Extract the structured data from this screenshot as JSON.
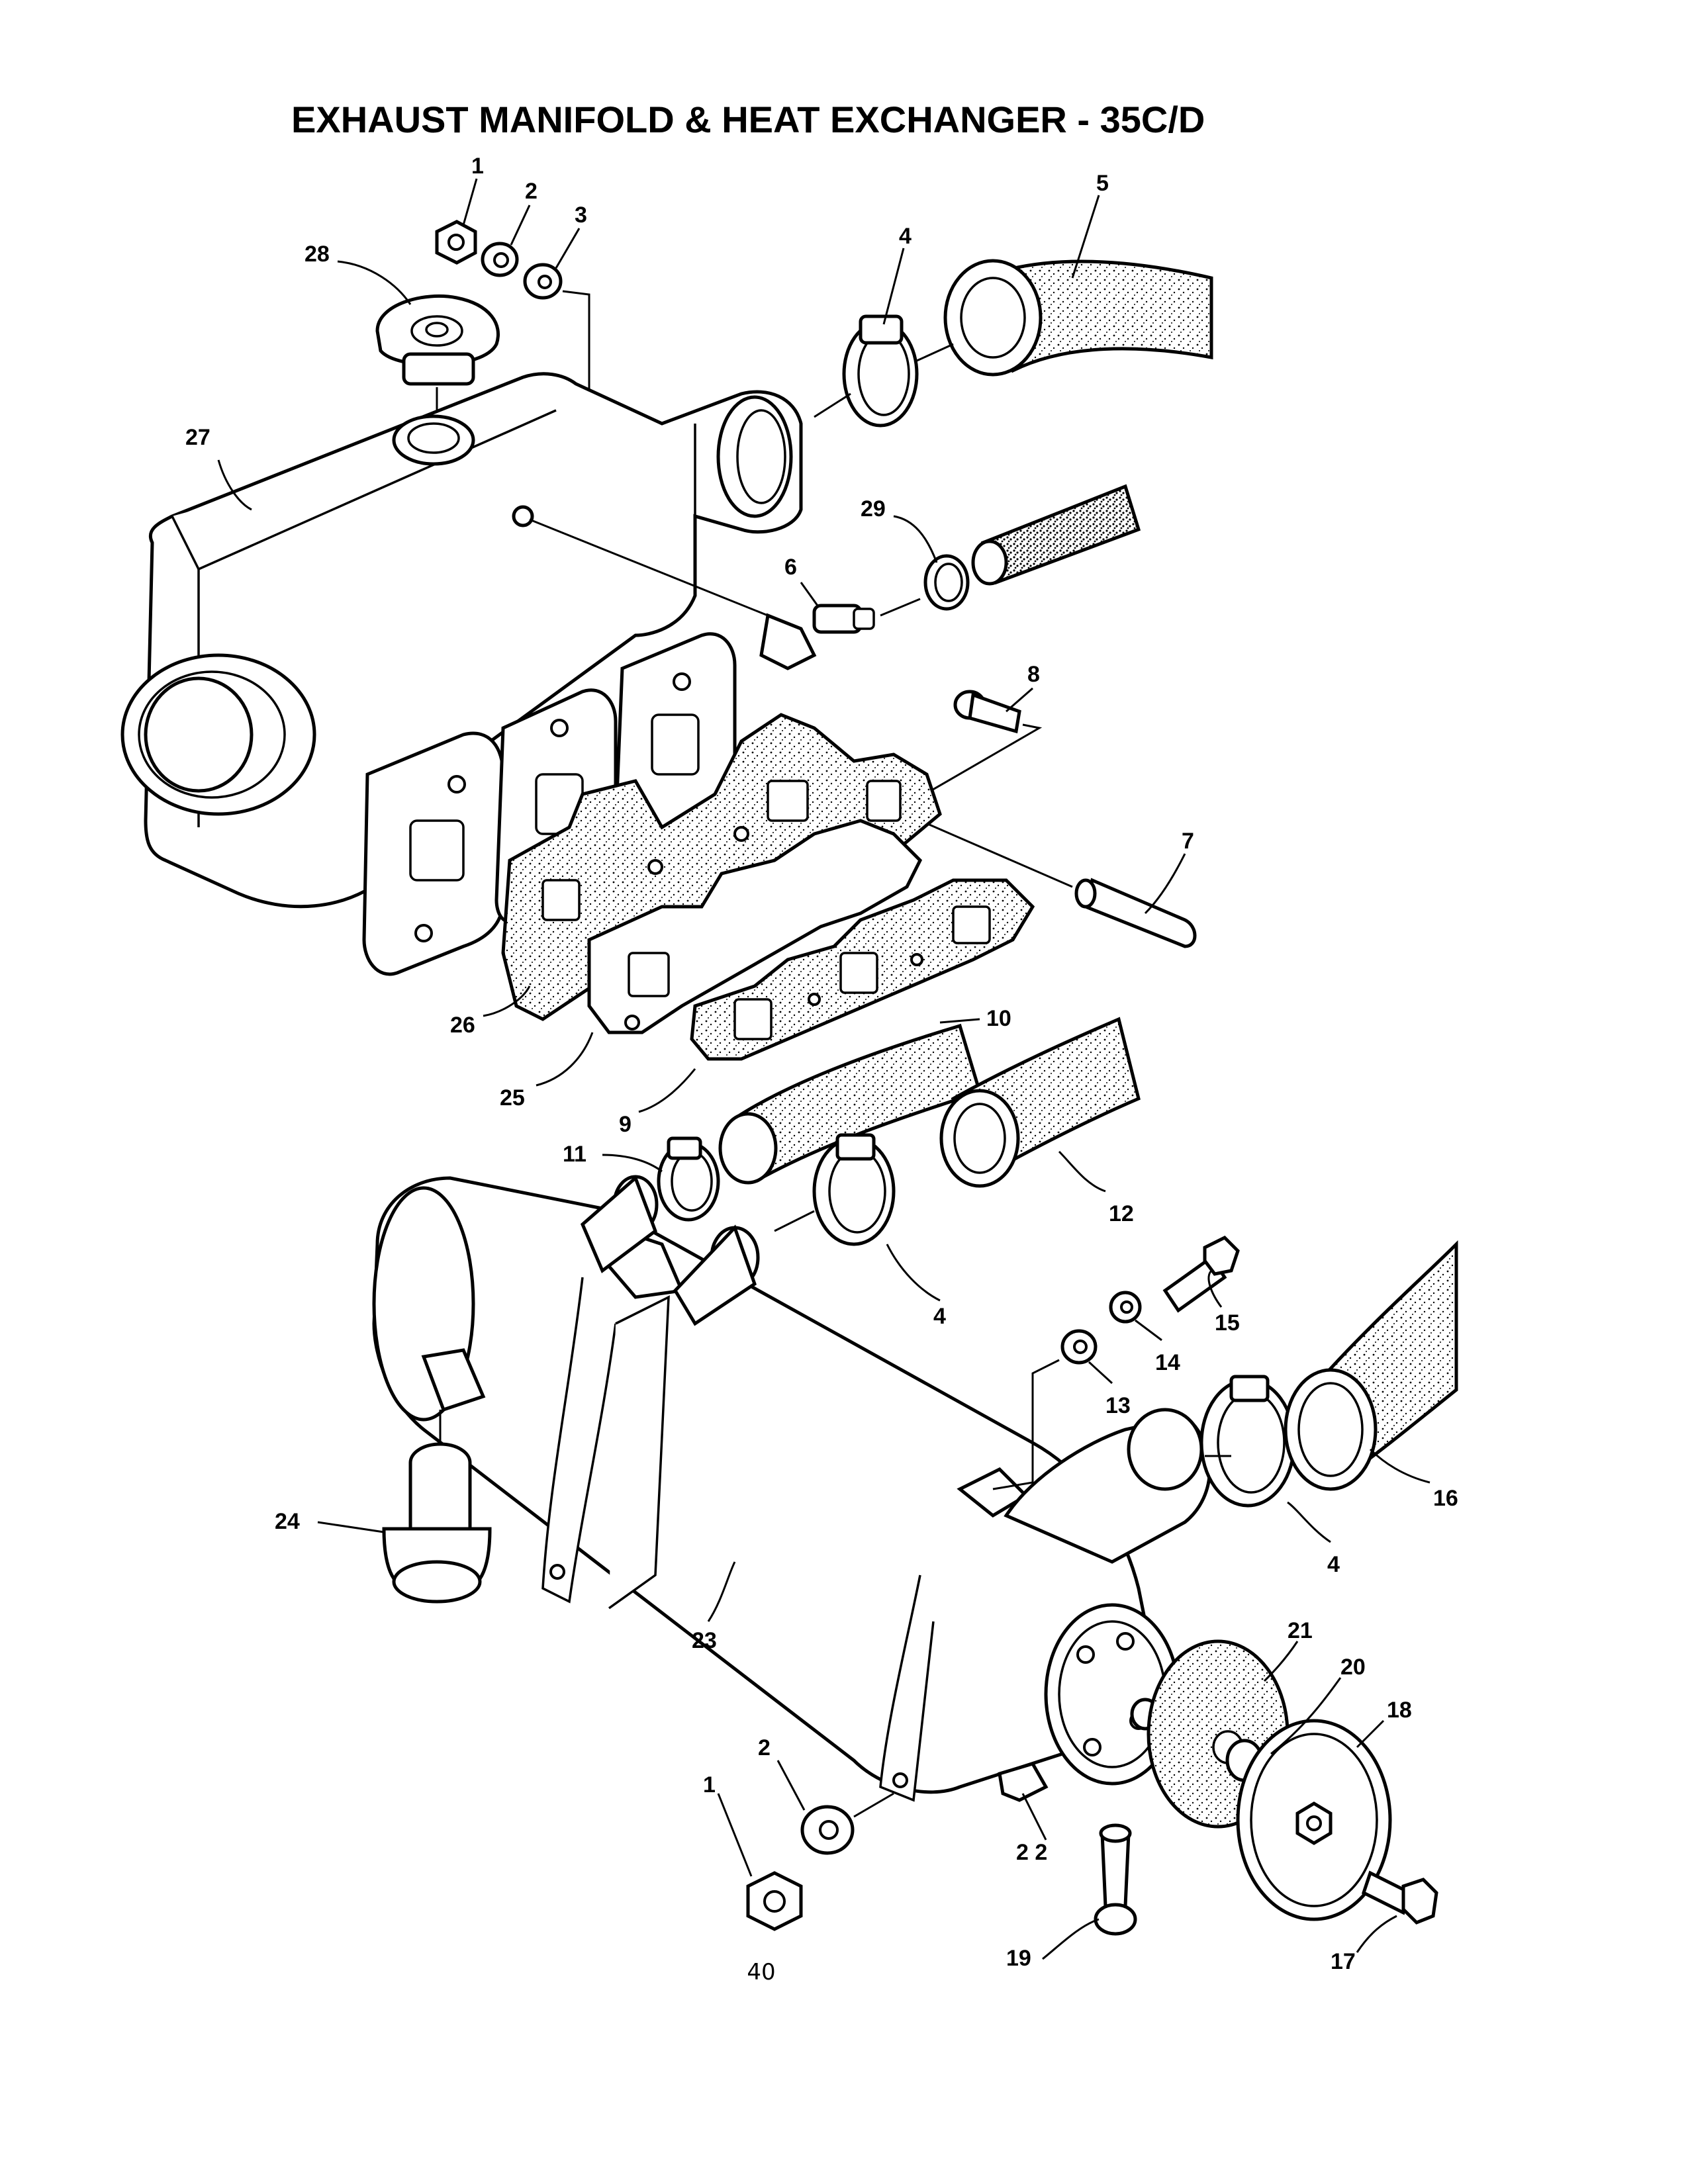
{
  "title": "EXHAUST MANIFOLD & HEAT EXCHANGER - 35C/D",
  "page_number": "40",
  "callouts": {
    "c1a": "1",
    "c2a": "2",
    "c3": "3",
    "c4a": "4",
    "c5": "5",
    "c28": "28",
    "c27": "27",
    "c29": "29",
    "c6": "6",
    "c8": "8",
    "c7": "7",
    "c26": "26",
    "c25": "25",
    "c9": "9",
    "c10": "10",
    "c11": "11",
    "c12": "12",
    "c4b": "4",
    "c15": "15",
    "c14": "14",
    "c13": "13",
    "c16": "16",
    "c4c": "4",
    "c24": "24",
    "c23": "23",
    "c21": "21",
    "c20": "20",
    "c18": "18",
    "c2b": "2",
    "c1b": "1",
    "c22": "2 2",
    "c19": "19",
    "c17": "17"
  }
}
